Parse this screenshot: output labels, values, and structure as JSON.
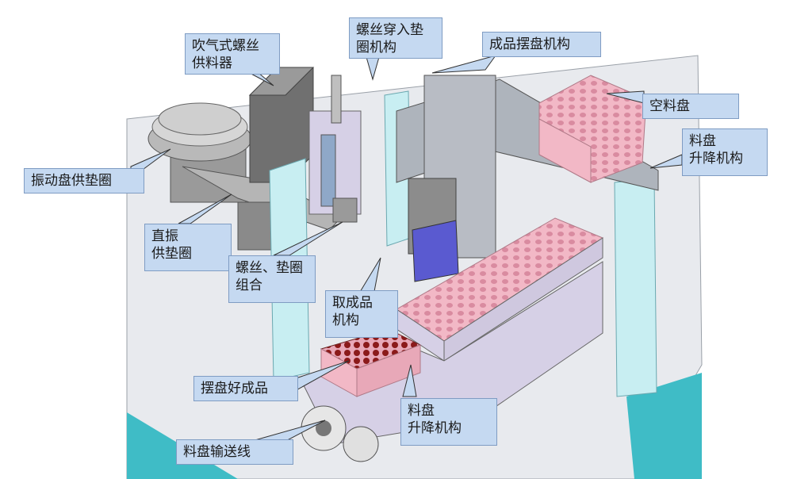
{
  "labels": {
    "blow_feeder": "吹气式螺丝\n供料器",
    "screw_thread_washer": "螺丝穿入垫\n圈机构",
    "product_tray_arrange": "成品摆盘机构",
    "empty_tray": "空料盘",
    "tray_lift_top": "料盘\n升降机构",
    "vibratory_bowl": "振动盘供垫圈",
    "linear_feeder": "直振\n供垫圈",
    "screw_washer_combo": "螺丝、垫圈\n组合",
    "pick_product": "取成品\n机构",
    "arranged_products": "摆盘好成品",
    "tray_lift_bottom": "料盘\n升降机构",
    "tray_conveyor": "料盘输送线"
  },
  "colors": {
    "callout_fill": "#c5d9f1",
    "callout_border": "#7f9cc3",
    "tray_pink": "#f2b8c6",
    "frame_lavender": "#d6d0e6",
    "post_cyan": "#c8eef2",
    "base_teal": "#3fbcc6",
    "metal_grey": "#8c8c8c"
  }
}
